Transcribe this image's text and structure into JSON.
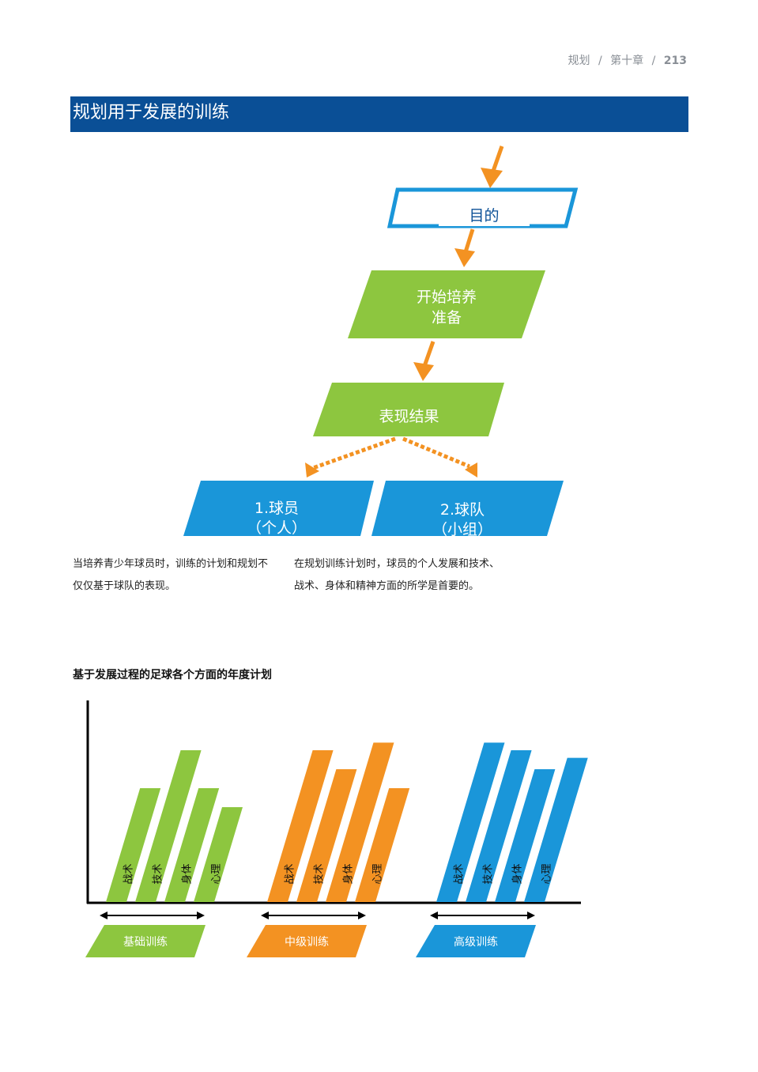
{
  "header": {
    "section": "规划",
    "chapter": "第十章",
    "page_number": "213",
    "separator": "/"
  },
  "banner": {
    "title": "规划用于发展的训练",
    "color": "#0a4f96"
  },
  "flowchart": {
    "objective": "目的",
    "build_line1": "开始培养",
    "build_line2": "准备",
    "performance": "表现结果",
    "player_line1": "1.球员",
    "player_line2": "（个人）",
    "team_line1": "2.球队",
    "team_line2": "（小组）",
    "colors": {
      "arrow": "#f39222",
      "green": "#8dc63f",
      "blue": "#1a96d9"
    }
  },
  "paragraphs": {
    "left_line1": "当培养青少年球员时，训练的计划和规划不",
    "left_line2": "仅仅基于球队的表现。",
    "right_line1": "在规划训练计划时，球员的个人发展和技术、",
    "right_line2": "战术、身体和精神方面的所学是首要的。"
  },
  "chart_title": "基于发展过程的足球各个方面的年度计划",
  "chart_data": {
    "type": "bar",
    "categories": [
      "战术",
      "技术",
      "身体",
      "心理"
    ],
    "series": [
      {
        "name": "基础训练",
        "values": [
          3,
          4,
          3,
          2.5
        ],
        "color": "#8dc63f"
      },
      {
        "name": "中级训练",
        "values": [
          4,
          3.5,
          4.2,
          3
        ],
        "color": "#f39222"
      },
      {
        "name": "高级训练",
        "values": [
          4.2,
          4,
          3.5,
          3.8
        ],
        "color": "#1a96d9"
      }
    ],
    "legend": "bottom"
  },
  "levels": {
    "basic": "基础训练",
    "intermediate": "中级训练",
    "advanced": "高级训练"
  }
}
